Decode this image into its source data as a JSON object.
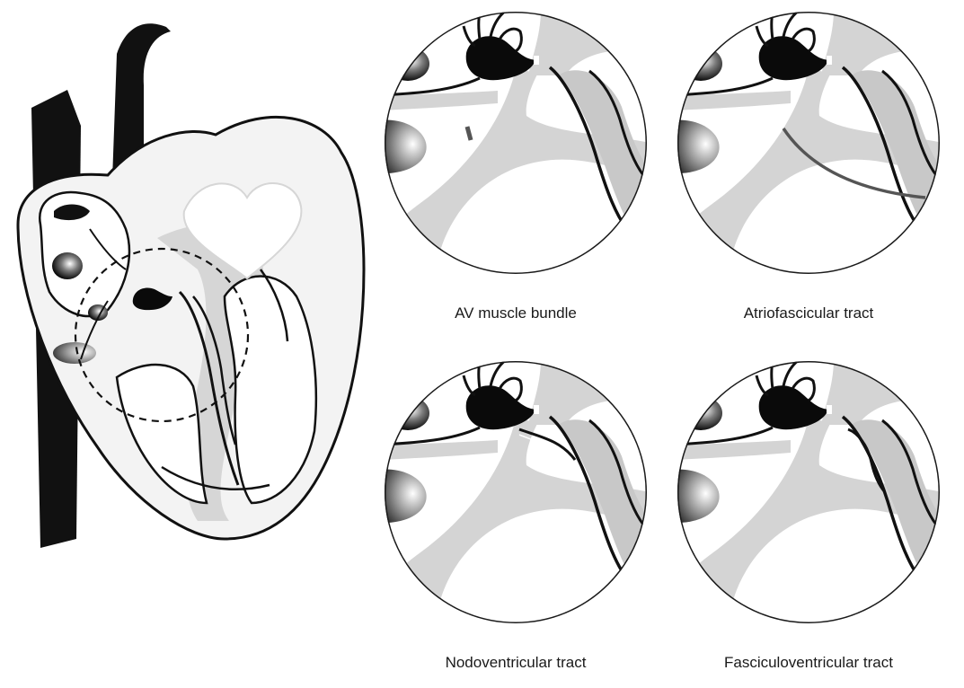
{
  "colors": {
    "background": "#ffffff",
    "outline": "#111111",
    "light_tissue": "#d4d4d4",
    "pale_fill": "#f2f2f2",
    "vessel": "#111111",
    "pathway": "#555555"
  },
  "panels": [
    {
      "id": "av-muscle-bundle",
      "caption": "AV muscle bundle",
      "pathway": "av-muscle-bundle"
    },
    {
      "id": "atriofascicular-tract",
      "caption": "Atriofascicular tract",
      "pathway": "atriofascicular"
    },
    {
      "id": "nodoventricular-tract",
      "caption": "Nodoventricular tract",
      "pathway": "nodoventricular"
    },
    {
      "id": "fasciculoventricular-tract",
      "caption": "Fasciculoventricular tract",
      "pathway": "fasciculoventricular"
    }
  ]
}
